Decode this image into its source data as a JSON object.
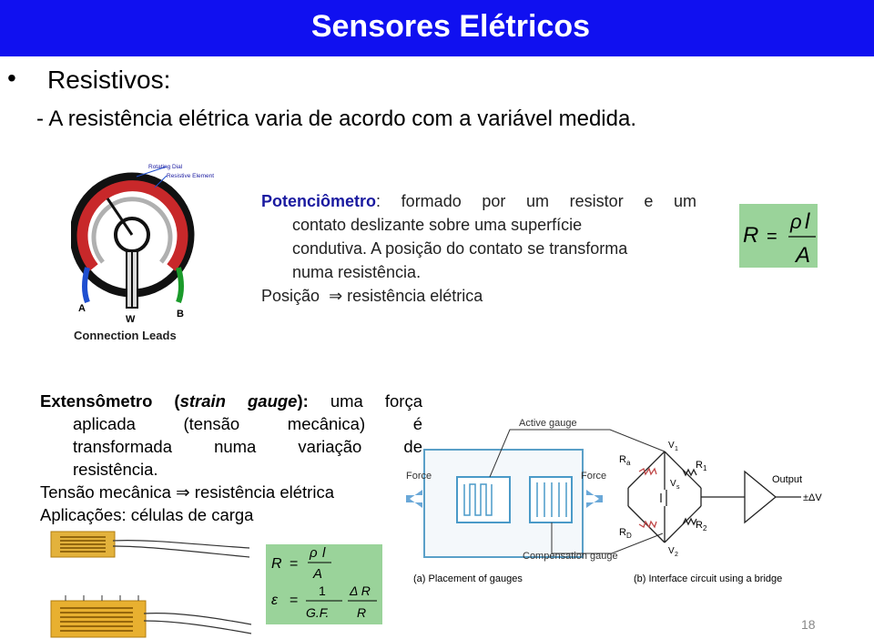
{
  "slide": {
    "title": "Sensores Elétricos",
    "bullet_symbol": "•",
    "bullet_text": "Resistivos:",
    "subline": "- A resistência elétrica varia de acordo com a variável medida.",
    "page_number": "18"
  },
  "potentiometer": {
    "term": "Potenciômetro",
    "line1_rest": ": formado por um resistor e um",
    "line2": "contato deslizante sobre uma superfície",
    "line3": "condutiva. A posição do contato se transforma",
    "line4": "numa resistência.",
    "relation_left": "Posição",
    "arrow": "⇒",
    "relation_right": "resistência elétrica"
  },
  "pot_figure": {
    "label_dial": "Rotating Dial",
    "label_element": "Resistive Element",
    "lead_a": "A",
    "lead_w": "W",
    "lead_b": "B",
    "caption": "Connection Leads"
  },
  "formula_main": {
    "lhs": "R",
    "eq": "=",
    "num_rho": "ρ",
    "num_l": "l",
    "den": "A"
  },
  "extensometer": {
    "term": "Extensômetro",
    "paren_open": " (",
    "italic": "strain gauge",
    "paren_close": "):",
    "line1_rest": " uma força",
    "line2": "aplicada (tensão mecânica) é",
    "line3": "transformada numa variação de",
    "line4": "resistência.",
    "relation_left": "Tensão mecânica",
    "arrow": "⇒",
    "relation_right": "resistência elétrica",
    "applications": "Aplicações: células de carga"
  },
  "formula_gauge": {
    "r_lhs": "R",
    "eq": "=",
    "rho": "ρ",
    "l": "l",
    "a": "A",
    "eps": "ε",
    "one": "1",
    "gf": "G.F.",
    "dr": "Δ R",
    "r_den": "R"
  },
  "bridge_figure": {
    "active": "Active gauge",
    "compensation": "Compensation gauge",
    "force_left": "Force",
    "force_right": "Force",
    "output": "Output",
    "delta_v": "±ΔV",
    "ra": "R",
    "ra_sub": "a",
    "rd": "R",
    "rd_sub": "D",
    "r1": "R",
    "r1_sub": "1",
    "r2": "R",
    "r2_sub": "2",
    "v1": "V",
    "v1_sub": "1",
    "v2": "V",
    "v2_sub": "2",
    "vs": "V",
    "vs_sub": "s",
    "caption_a": "(a)  Placement of gauges",
    "caption_b": "(b)  Interface circuit using a bridge"
  },
  "colors": {
    "title_bar": "#1010f0",
    "formula_bg": "#9ad39a",
    "highlight": "#1a1aa0"
  }
}
